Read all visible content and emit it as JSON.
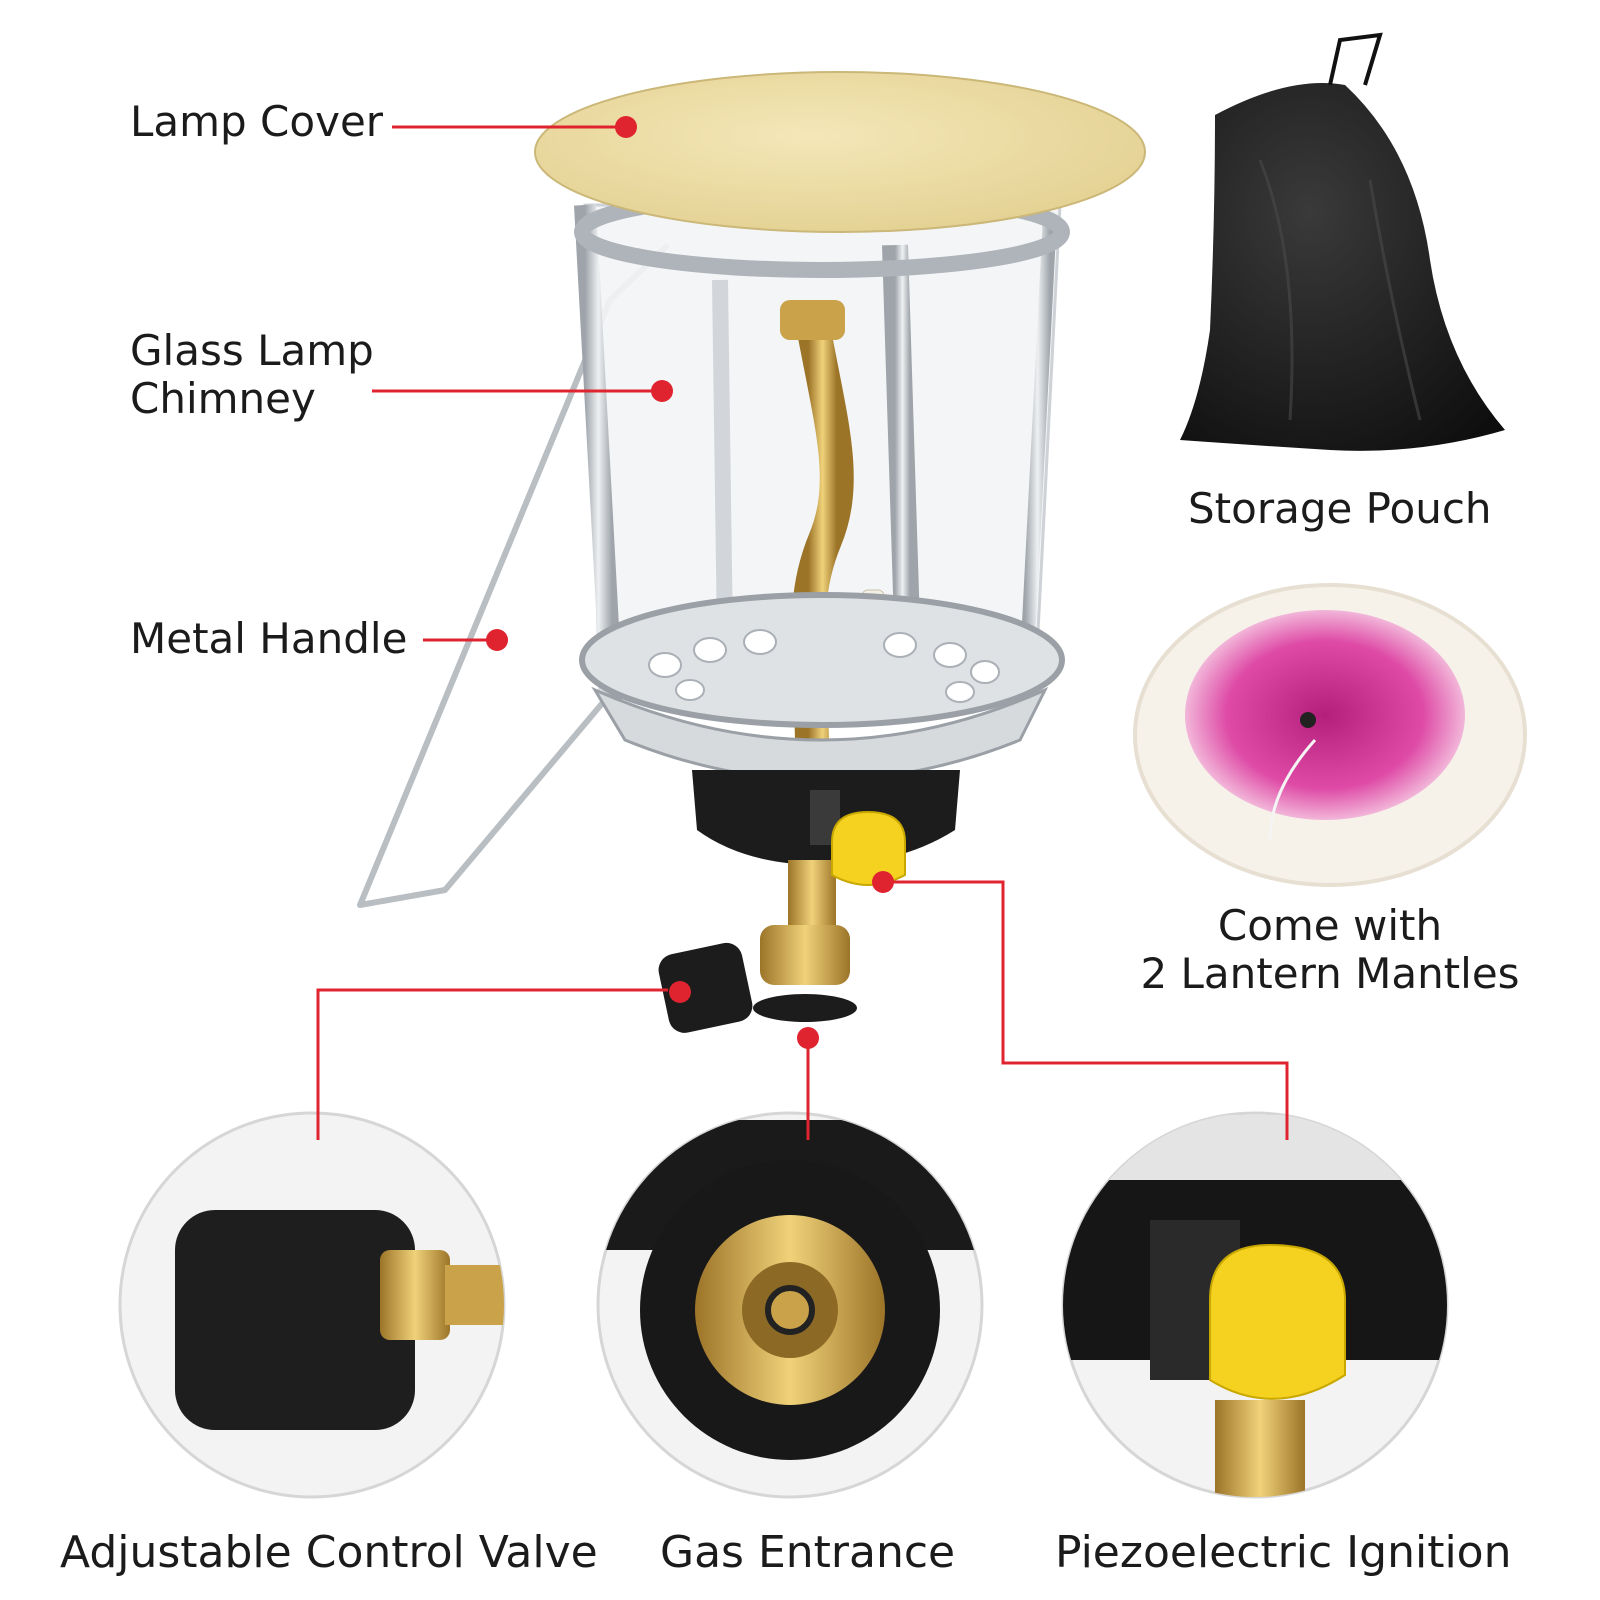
{
  "labels": {
    "lamp_cover": "Lamp Cover",
    "glass_chimney_line1": "Glass Lamp",
    "glass_chimney_line2": "Chimney",
    "metal_handle": "Metal Handle",
    "storage_pouch": "Storage Pouch",
    "mantles_line1": "Come with",
    "mantles_line2": "2 Lantern Mantles",
    "control_valve": "Adjustable Control Valve",
    "gas_entrance": "Gas Entrance",
    "piezo_ignition": "Piezoelectric Ignition"
  },
  "colors": {
    "callout_red": "#e0242f",
    "lamp_cover": "#ecdda6",
    "brass": "#c9a24a",
    "ignition_yellow": "#f5d21f",
    "black_part": "#1c1c1c",
    "mantle_pink": "#d63b9a",
    "metal": "#c8ccd0"
  }
}
